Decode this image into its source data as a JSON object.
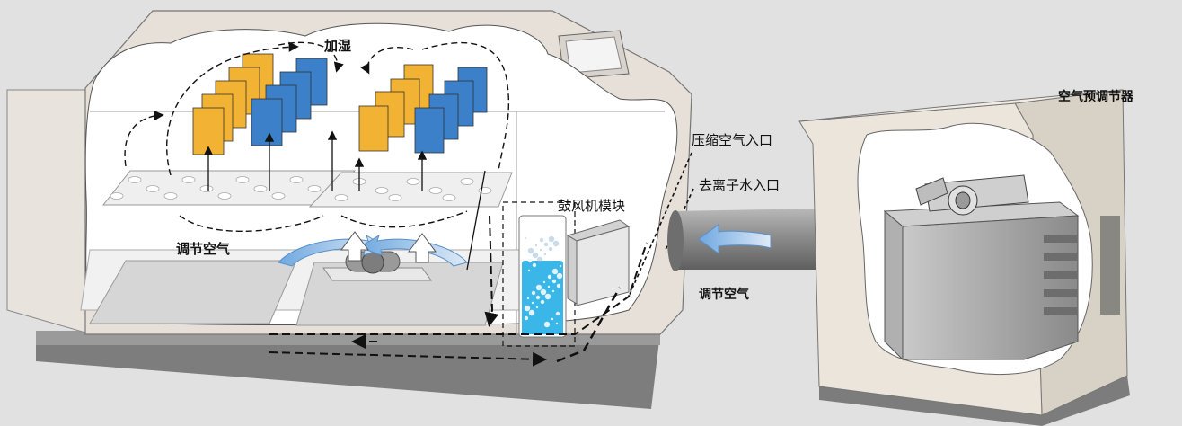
{
  "labels": {
    "humidify": "加湿",
    "compressed_air_inlet": "压缩空气入口",
    "deionized_water_inlet": "去离子水入口",
    "blower_module": "鼓风机模块",
    "conditioned_air_left": "调节空气",
    "conditioned_air_right": "调节空气",
    "air_preconditioner": "空气预调节器"
  },
  "colors": {
    "background": "#e1e1e1",
    "cabinet": "#e6e0d8",
    "cloud": "#ffffff",
    "panel_yellow": "#f2b233",
    "panel_blue": "#3b80c8",
    "water": "#3ab6e8",
    "duct": "#8a8a8a",
    "machine": "#9b9b9b"
  }
}
